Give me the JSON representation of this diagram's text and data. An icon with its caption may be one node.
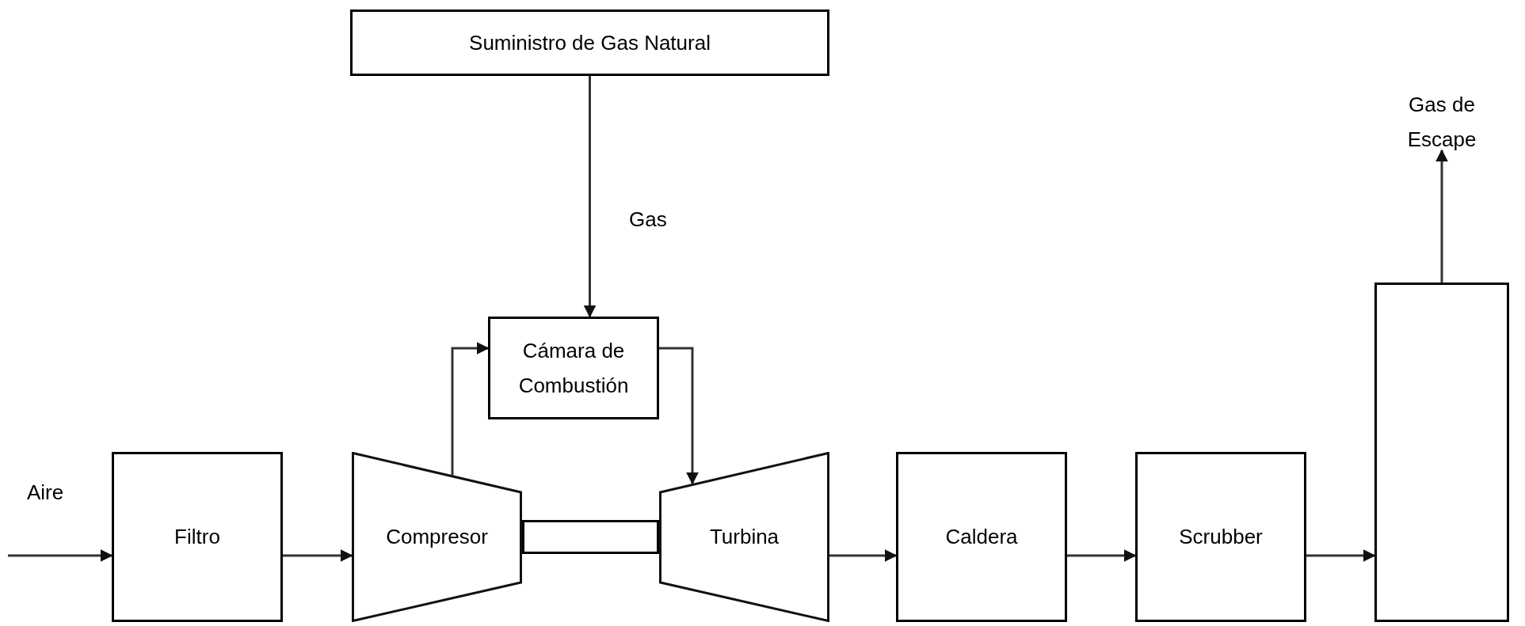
{
  "diagram": {
    "nodes": [
      {
        "text": [
          "Suministro de Gas Natural"
        ]
      },
      {
        "text": [
          "Cámara de Combustión"
        ]
      },
      {
        "text": [
          "Filtro"
        ]
      },
      {
        "text": [
          "Compresor"
        ]
      },
      {
        "text": [
          "Turbina"
        ]
      },
      {
        "text": [
          "Caldera"
        ]
      },
      {
        "text": [
          "Scrubber"
        ]
      },
      {
        "text": [],
        "shape": "box"
      },
      {
        "text": [
          "Gas de Escape"
        ]
      }
    ],
    "edges": [
      {
        "from": null,
        "to": 2,
        "arrow": "to",
        "label": "Aire"
      },
      {
        "from": 2,
        "to": 3,
        "arrow": "to"
      },
      {
        "from": 3,
        "to": 1,
        "arrow": "to"
      },
      {
        "from": 0,
        "to": 1,
        "arrow": "to",
        "label": "Gas"
      },
      {
        "from": 1,
        "to": 4,
        "arrow": "to"
      },
      {
        "from": 4,
        "to": 5,
        "arrow": "to"
      },
      {
        "from": 5,
        "to": 6,
        "arrow": "to"
      },
      {
        "from": 6,
        "to": 7,
        "arrow": "to"
      },
      {
        "from": 7,
        "to": 8,
        "arrow": "to"
      }
    ]
  }
}
